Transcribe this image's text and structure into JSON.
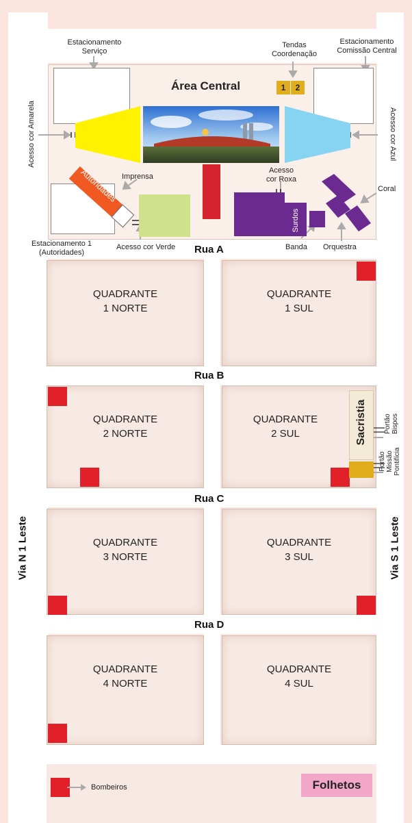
{
  "labels": {
    "parking_service": [
      "Estacionamento",
      "Serviço"
    ],
    "tents": [
      "Tendas",
      "Coordenação"
    ],
    "parking_commission": [
      "Estacionamento",
      "Comissão Central"
    ],
    "central_area": "Área Central",
    "tent_numbers": [
      "1",
      "2"
    ],
    "access_yellow": "Acesso cor Amarela",
    "access_blue": "Acesso cor Azul",
    "authorities_stage": "Autoridades",
    "press": "Imprensa",
    "access_purple": [
      "Acesso",
      "cor Roxa"
    ],
    "choir": "Coral",
    "deaf": "Surdos",
    "parking1": [
      "Estacionamento 1",
      "(Autoridades)"
    ],
    "access_green": "Acesso cor Verde",
    "band": "Banda",
    "orchestra": "Orquestra",
    "sacristy": "Sacristia",
    "gate_bishops": [
      "Portão",
      "Bispos"
    ],
    "gate_pontifical": [
      "Portão",
      "Missão",
      "Pontifícia"
    ],
    "firefighters": "Bombeiros",
    "leaflets": "Folhetos"
  },
  "roads": {
    "rua_a": "Rua A",
    "rua_b": "Rua B",
    "rua_c": "Rua C",
    "rua_d": "Rua D",
    "via_n1": "Via N 1 Leste",
    "via_s1": "Via S 1 Leste"
  },
  "quadrants": [
    {
      "line1": "QUADRANTE",
      "line2": "1 NORTE"
    },
    {
      "line1": "QUADRANTE",
      "line2": "1 SUL"
    },
    {
      "line1": "QUADRANTE",
      "line2": "2 NORTE"
    },
    {
      "line1": "QUADRANTE",
      "line2": "2 SUL"
    },
    {
      "line1": "QUADRANTE",
      "line2": "3 NORTE"
    },
    {
      "line1": "QUADRANTE",
      "line2": "3 SUL"
    },
    {
      "line1": "QUADRANTE",
      "line2": "4 NORTE"
    },
    {
      "line1": "QUADRANTE",
      "line2": "4 SUL"
    }
  ],
  "colors": {
    "background_pink": "#fbe4dd",
    "quadrant_fill": "#f7eae4",
    "yellow_access": "#fff200",
    "blue_access": "#86d3f2",
    "green_press": "#cfe18a",
    "purple": "#6b2a90",
    "red_marker": "#e2202a",
    "orange_authorities": "#f05a22",
    "gold_gate": "#e0ad1e",
    "leaflets_pink": "#f2a7c8",
    "sacristy_beige": "#f3ead7"
  }
}
